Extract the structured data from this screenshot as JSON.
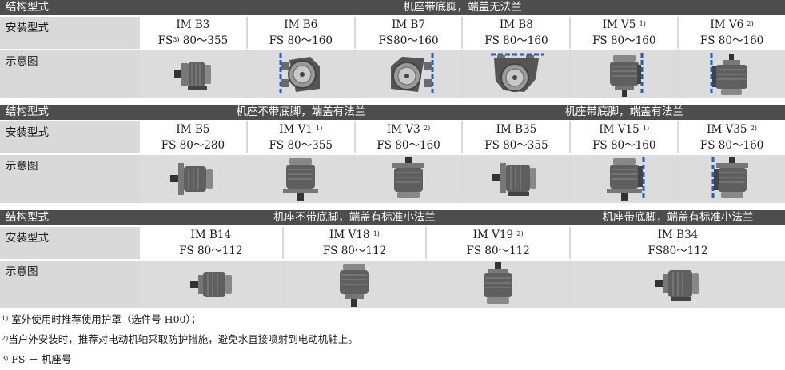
{
  "labels": {
    "structure": "结构型式",
    "mounting": "安装型式",
    "diagram": "示意图"
  },
  "section1": {
    "group": "机座带底脚，端盖无法兰",
    "items": [
      {
        "name": "IM B3",
        "sup": "",
        "fs_prefix": "FS",
        "fs_sup": "3)",
        "fs": " 80～355",
        "icon": "motor-foot-side"
      },
      {
        "name": "IM B6",
        "sup": "",
        "fs_prefix": "",
        "fs_sup": "",
        "fs": "FS 80～160",
        "icon": "motor-end-wall"
      },
      {
        "name": "IM B7",
        "sup": "",
        "fs_prefix": "",
        "fs_sup": "",
        "fs": "FS80～160",
        "icon": "motor-end-wall"
      },
      {
        "name": "IM B8",
        "sup": "",
        "fs_prefix": "",
        "fs_sup": "",
        "fs": "FS 80～160",
        "icon": "motor-end-ceiling"
      },
      {
        "name": "IM V5",
        "sup": "1)",
        "fs_prefix": "",
        "fs_sup": "",
        "fs": "FS 80～160",
        "icon": "motor-vertical-wall"
      },
      {
        "name": "IM V6",
        "sup": "2)",
        "fs_prefix": "",
        "fs_sup": "",
        "fs": "FS 80～160",
        "icon": "motor-vertical-wall"
      }
    ]
  },
  "section2": {
    "group_left": "机座不带底脚，端盖有法兰",
    "group_right": "机座带底脚，端盖有法兰",
    "items": [
      {
        "name": "IM B5",
        "sup": "",
        "fs": "FS 80～280",
        "icon": "motor-flange"
      },
      {
        "name": "IM V1",
        "sup": "1)",
        "fs": "FS 80～355",
        "icon": "motor-vertical-flange"
      },
      {
        "name": "IM V3",
        "sup": "2)",
        "fs": "FS 80～160",
        "icon": "motor-vertical-flange"
      },
      {
        "name": "IM B35",
        "sup": "",
        "fs": "FS 80～355",
        "icon": "motor-flange-foot"
      },
      {
        "name": "IM V15",
        "sup": "1)",
        "fs": "FS 80～160",
        "icon": "motor-vertical-flange-wall"
      },
      {
        "name": "IM V35",
        "sup": "2)",
        "fs": "FS 80～160",
        "icon": "motor-vertical-flange-wall"
      }
    ]
  },
  "section3": {
    "group_left": "机座不带底脚，端盖有标准小法兰",
    "group_right": "机座带底脚，端盖有标准小法兰",
    "items": [
      {
        "name": "IM B14",
        "sup": "",
        "fs": "FS 80～112",
        "icon": "motor-small-flange"
      },
      {
        "name": "IM V18",
        "sup": "1)",
        "fs": "FS 80～112",
        "icon": "motor-vertical-small-flange"
      },
      {
        "name": "IM V19",
        "sup": "2)",
        "fs": "FS 80～112",
        "icon": "motor-vertical-small-flange"
      },
      {
        "name": "IM B34",
        "sup": "",
        "fs": "FS80～112",
        "icon": "motor-small-flange-foot"
      }
    ]
  },
  "notes": [
    {
      "sup": "1)",
      "text": "室外使用时推荐使用护罩（选件号 H00）；"
    },
    {
      "sup": "2)",
      "text": "当户外安装时，推荐对电动机轴采取防护措施，避免水直接喷射到电动机轴上。"
    },
    {
      "sup": "3)",
      "text": "FS － 机座号"
    }
  ],
  "colors": {
    "header_bg": "#4d4d4d",
    "label_bg": "#d9d9d9",
    "motor_body": "#5f5f5f",
    "wall_dash": "#1f5fbf"
  }
}
